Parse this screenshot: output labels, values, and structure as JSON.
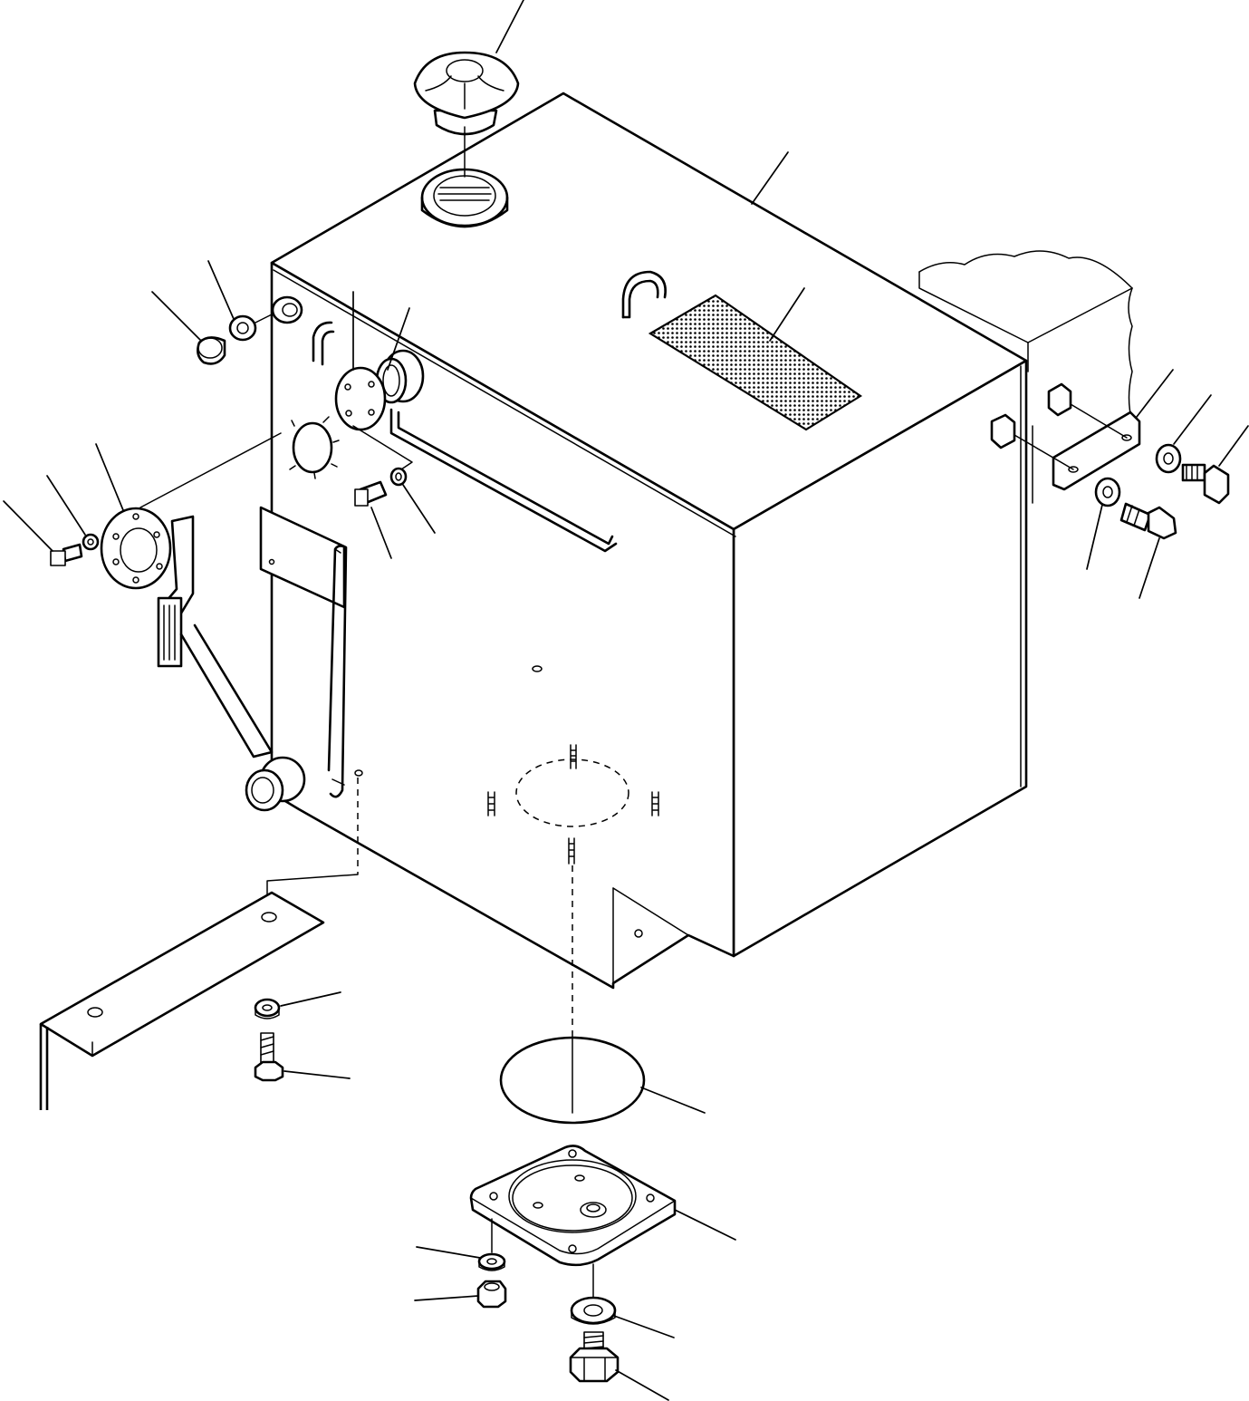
{
  "diagram": {
    "parts": [
      {
        "name": "filler-cap"
      },
      {
        "name": "filler-neck"
      },
      {
        "name": "hydraulic-tank"
      },
      {
        "name": "caution-plate"
      },
      {
        "name": "hose-clip"
      },
      {
        "name": "breather-plug"
      },
      {
        "name": "plug-washer"
      },
      {
        "name": "inspection-cover"
      },
      {
        "name": "cover-gasket"
      },
      {
        "name": "cover-bolt"
      },
      {
        "name": "cover-washer"
      },
      {
        "name": "level-gauge-flange"
      },
      {
        "name": "gauge-bolt"
      },
      {
        "name": "gauge-washer"
      },
      {
        "name": "level-gauge"
      },
      {
        "name": "mounting-strap"
      },
      {
        "name": "strap-bolt"
      },
      {
        "name": "strap-washer"
      },
      {
        "name": "mounting-bracket"
      },
      {
        "name": "bracket-washer"
      },
      {
        "name": "bracket-bolt"
      },
      {
        "name": "o-ring"
      },
      {
        "name": "bottom-cover-plate"
      },
      {
        "name": "plate-washer"
      },
      {
        "name": "plate-nut"
      },
      {
        "name": "drain-plug-washer"
      },
      {
        "name": "drain-plug"
      }
    ]
  }
}
